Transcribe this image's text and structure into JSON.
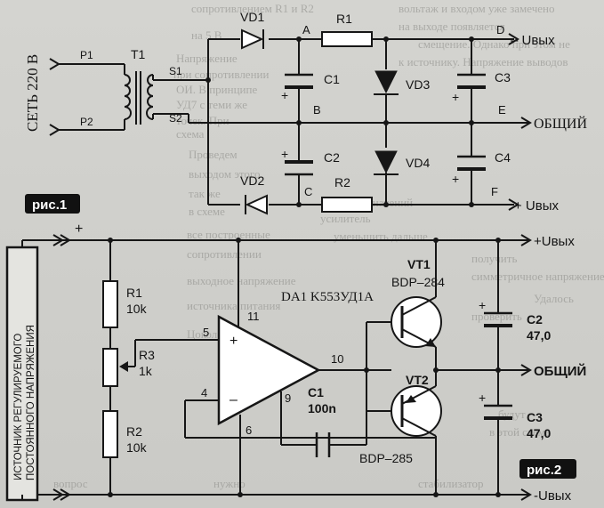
{
  "fig1": {
    "caption": "рис.1",
    "mains_label": "СЕТЬ 220 В",
    "transformer": "T1",
    "p1": "P1",
    "p2": "P2",
    "s1": "S1",
    "s2": "S2",
    "vd1": "VD1",
    "vd2": "VD2",
    "vd3": "VD3",
    "vd4": "VD4",
    "r1": "R1",
    "r2": "R2",
    "c1": "C1",
    "c2": "C2",
    "c3": "C3",
    "c4": "C4",
    "node_a": "A",
    "node_b": "B",
    "node_c": "C",
    "node_d": "D",
    "node_e": "E",
    "node_f": "F",
    "out_neg": "– Uвых",
    "out_common": "ОБЩИЙ",
    "out_pos": "+ Uвых",
    "plus": "+"
  },
  "fig2": {
    "caption": "рис.2",
    "source_line1": "ИСТОЧНИК РЕГУЛИРУЕМОГО",
    "source_line2": "ПОСТОЯННОГО НАПРЯЖЕНИЯ",
    "plus": "+",
    "r1": "R1",
    "r1_val": "10k",
    "r2": "R2",
    "r2_val": "10k",
    "r3": "R3",
    "r3_val": "1k",
    "opamp": "DA1 K553УД1A",
    "pin5": "5",
    "pin4": "4",
    "pin6": "6",
    "pin9": "9",
    "pin10": "10",
    "pin11": "11",
    "opamp_plus": "+",
    "opamp_minus": "–",
    "c1": "C1",
    "c1_val": "100n",
    "vt1": "VT1",
    "vt1_type": "BDP–284",
    "vt2": "VT2",
    "vt2_type": "BDP–285",
    "c2": "C2",
    "c2_val": "47,0",
    "c3": "C3",
    "c3_val": "47,0",
    "out_pos": "+Uвых",
    "out_common": "ОБЩИЙ",
    "out_neg": "-Uвых"
  },
  "background_text": [
    "вольтаж и входом уже замечено",
    "на выходе появляется",
    "смещение. Однако при этом не",
    "к источнику. Напряжение выводов",
    "меньших значений",
    "сопротивлением R1 и R2",
    "на 5 В",
    "Напряжение",
    "при сопротивлении",
    "ОИ. В принципе",
    "УД7 с теми же",
    "точек. При",
    "схема",
    "Проведем",
    "выходом этого",
    "так же",
    "в схеме",
    "усилитель",
    "уменьшить дальше",
    "все построенные",
    "сопротивлении",
    "выходное напряжение",
    "источника питания",
    "Цоколевка",
    "получить",
    "симметричное напряжение",
    "Удалось",
    "проверить",
    "будут",
    "в этой схеме",
    "вопрос",
    "нужно",
    "стабилизатор"
  ]
}
